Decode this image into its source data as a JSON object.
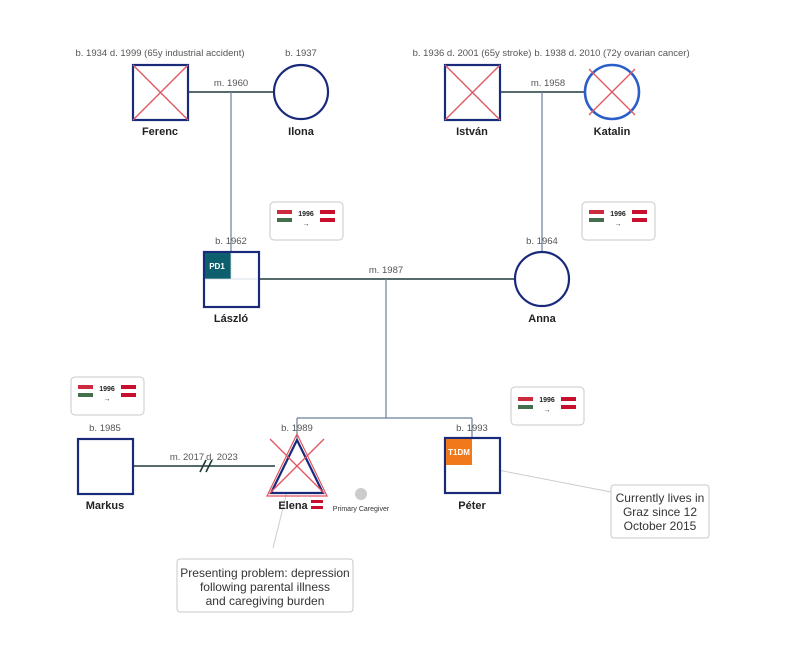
{
  "people": {
    "ferenc": {
      "name": "Ferenc",
      "dates": "b. 1934 d. 1999 (65y industrial accident)"
    },
    "ilona": {
      "name": "Ilona",
      "dates": "b. 1937"
    },
    "istvan": {
      "name": "István",
      "dates": "b. 1936 d. 2001 (65y stroke)"
    },
    "katalin": {
      "name": "Katalin",
      "dates": "b. 1938 d. 2010 (72y ovarian cancer)"
    },
    "laszlo": {
      "name": "László",
      "dates": "b. 1962",
      "condition": "PD1"
    },
    "anna": {
      "name": "Anna",
      "dates": "b. 1964"
    },
    "markus": {
      "name": "Markus",
      "dates": "b. 1985"
    },
    "elena": {
      "name": "Elena",
      "dates": "b. 1989",
      "role": "Primary Caregiver"
    },
    "peter": {
      "name": "Péter",
      "dates": "b. 1993",
      "condition": "T1DM"
    }
  },
  "unions": {
    "ferenc_ilona": "m. 1960",
    "istvan_katalin": "m. 1958",
    "laszlo_anna": "m. 1987",
    "markus_elena_married": "m. 2017",
    "markus_elena_divorced": "d. 2023"
  },
  "migration": {
    "year": "1996",
    "arrow": "→",
    "from_flag": "hungary-flag",
    "to_flag": "austria-flag"
  },
  "notes": {
    "elena": [
      "Presenting problem: depression",
      "following parental illness",
      "and caregiving burden"
    ],
    "peter": [
      "Currently lives in",
      "Graz since 12",
      "October 2015"
    ]
  },
  "colors": {
    "symbol_stroke": "#1a2a7a",
    "deceased_cross": "#e05560",
    "marriage_line": "#1f3b3b",
    "child_line": "#6a7f9a",
    "pd1_fill": "#0e5f6e",
    "t1dm_fill": "#f07a1a",
    "katalin_stroke": "#2a5ec8",
    "hungary": [
      "#cd2a3e",
      "#ffffff",
      "#436f4d"
    ],
    "austria": [
      "#c8102e",
      "#ffffff",
      "#c8102e"
    ]
  }
}
